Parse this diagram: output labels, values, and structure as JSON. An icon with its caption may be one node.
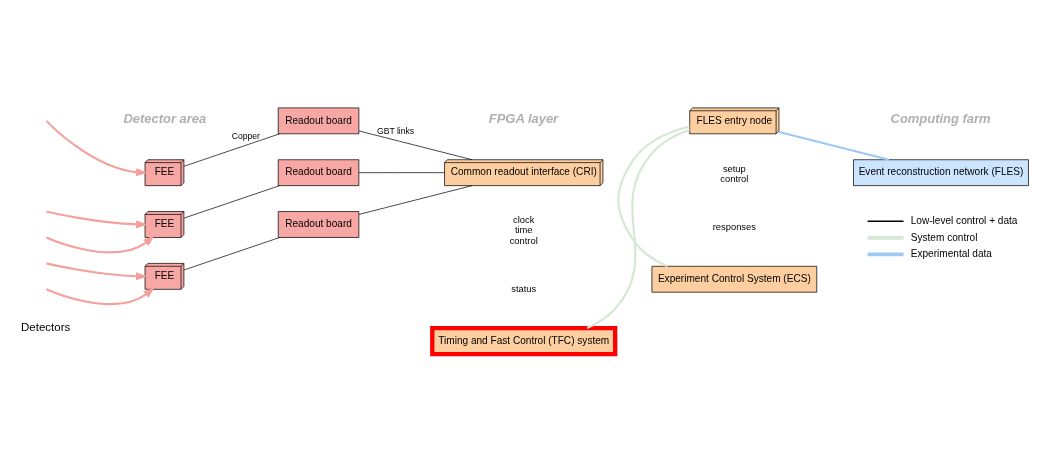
{
  "diagram": {
    "nodes": [
      {
        "text": [
          "FEE"
        ]
      },
      {
        "text": [
          "FEE"
        ]
      },
      {
        "text": [
          "FEE"
        ]
      },
      {
        "text": [
          "Readout board"
        ]
      },
      {
        "text": [
          "Readout board"
        ]
      },
      {
        "text": [
          "Readout board"
        ]
      },
      {
        "text": [
          "Common readout interface (CRI)"
        ]
      },
      {
        "text": [
          "FLES entry node"
        ]
      },
      {
        "text": [
          "Event reconstruction network (FLES)"
        ]
      },
      {
        "text": [
          "Timing and Fast Control (TFC) system"
        ]
      },
      {
        "text": [
          "Experiment Control System (ECS)"
        ]
      }
    ],
    "edges": [
      {
        "from": null,
        "to": 0,
        "arrow": "to",
        "color": "#f4a09c"
      },
      {
        "from": null,
        "to": 1,
        "arrow": "to",
        "color": "#f4a09c"
      },
      {
        "from": null,
        "to": 1,
        "arrow": "to",
        "color": "#f4a09c"
      },
      {
        "from": null,
        "to": 2,
        "arrow": "to",
        "color": "#f4a09c"
      },
      {
        "from": null,
        "to": 2,
        "arrow": "to",
        "color": "#f4a09c"
      },
      {
        "from": 0,
        "to": 3,
        "arrow": "none",
        "label": "Copper"
      },
      {
        "from": 1,
        "to": 4,
        "arrow": "none"
      },
      {
        "from": 2,
        "to": 5,
        "arrow": "none"
      },
      {
        "from": 3,
        "to": 6,
        "arrow": "none",
        "label": "GBT links"
      },
      {
        "from": 4,
        "to": 6,
        "arrow": "none"
      },
      {
        "from": 5,
        "to": 6,
        "arrow": "none"
      },
      {
        "from": 7,
        "to": 8,
        "arrow": "none",
        "color": "#9ccaf4"
      },
      {
        "from": 7,
        "to": 9,
        "arrow": "none",
        "color": "#d5e8d4"
      },
      {
        "from": 7,
        "to": 10,
        "arrow": "none",
        "color": "#d5e8d4"
      }
    ],
    "labels": [
      "Detector area",
      "FPGA layer",
      "Computing farm",
      "Detectors",
      "clock time control",
      "status",
      "setup control",
      "responses"
    ],
    "legend": [
      {
        "text": "Low-level control + data"
      },
      {
        "text": "System control"
      },
      {
        "text": "Experimental data"
      }
    ]
  }
}
